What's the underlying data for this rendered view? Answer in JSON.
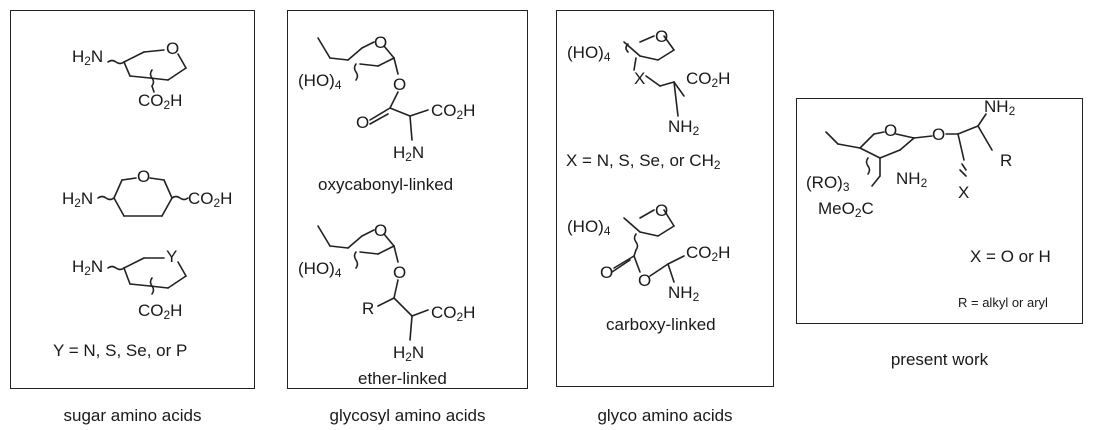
{
  "panels": {
    "sugar": {
      "caption": "sugar amino acids",
      "struct1": {
        "amine": "H2N",
        "ring_o": "O",
        "acid": "CO2H"
      },
      "struct2": {
        "amine": "H2N",
        "ring_o": "O",
        "acid": "CO2H"
      },
      "struct3": {
        "amine": "H2N",
        "ring_y": "Y",
        "acid": "CO2H"
      },
      "note": "Y = N, S, Se, or P"
    },
    "glycosyl": {
      "caption": "glycosyl amino acids",
      "struct1": {
        "ring_o": "O",
        "hydroxyls": "(HO)4",
        "link_o": "O",
        "carbonyl_o": "O",
        "acid": "CO2H",
        "amine": "H2N",
        "name": "oxycabonyl-linked"
      },
      "struct2": {
        "ring_o": "O",
        "hydroxyls": "(HO)4",
        "link_o": "O",
        "r_group": "R",
        "acid": "CO2H",
        "amine": "H2N",
        "name": "ether-linked"
      }
    },
    "glyco": {
      "caption": "glyco amino acids",
      "struct1": {
        "hydroxyls": "(HO)4",
        "ring_o": "O",
        "x": "X",
        "acid": "CO2H",
        "amine": "NH2"
      },
      "note": "X = N, S, Se, or CH2",
      "struct2": {
        "hydroxyls": "(HO)4",
        "ring_o": "O",
        "carbonyl_o": "O",
        "link_o": "O",
        "acid": "CO2H",
        "amine": "NH2",
        "name": "carboxy-linked"
      }
    },
    "present": {
      "caption": "present work",
      "struct": {
        "amine_top": "NH2",
        "ring_o": "O",
        "link_o": "O",
        "r_group": "R",
        "protected": "(RO)3",
        "amine_ring": "NH2",
        "ester": "MeO2C",
        "x": "X"
      },
      "note_x": "X = O or H",
      "note_r": "R = alkyl or aryl"
    }
  }
}
